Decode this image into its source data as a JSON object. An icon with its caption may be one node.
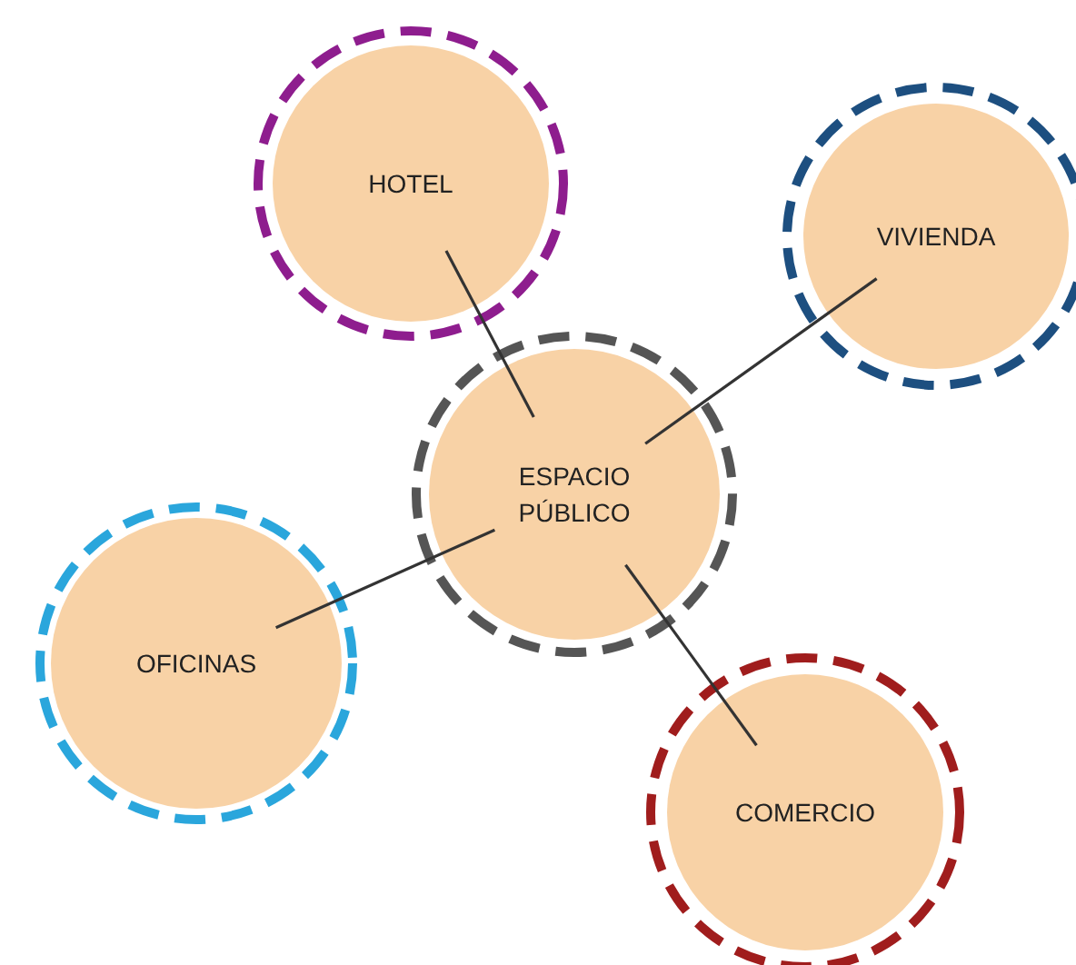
{
  "diagram": {
    "nodes": [
      {
        "text": [
          "HOTEL"
        ]
      },
      {
        "text": [
          "VIVIENDA"
        ]
      },
      {
        "text": [
          "ESPACIO PÚBLICO"
        ]
      },
      {
        "text": [
          "OFICINAS"
        ]
      },
      {
        "text": [
          "COMERCIO"
        ]
      }
    ],
    "edges": [
      {
        "from": 2,
        "to": 0,
        "arrow": "none"
      },
      {
        "from": 2,
        "to": 1,
        "arrow": "none"
      },
      {
        "from": 2,
        "to": 3,
        "arrow": "none"
      },
      {
        "from": 2,
        "to": 4,
        "arrow": "none"
      }
    ]
  }
}
